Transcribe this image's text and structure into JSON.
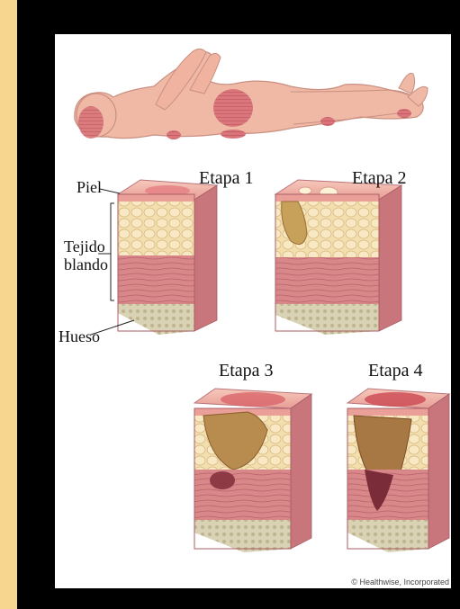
{
  "labels": {
    "skin": "Piel",
    "soft_tissue_line1": "Tejido",
    "soft_tissue_line2": "blando",
    "bone": "Hueso"
  },
  "stages": [
    {
      "title": "Etapa 1"
    },
    {
      "title": "Etapa 2"
    },
    {
      "title": "Etapa 3"
    },
    {
      "title": "Etapa 4"
    }
  ],
  "credit": "© Healthwise, Incorporated",
  "colors": {
    "page_background": "#f7d68f",
    "frame": "#000000",
    "panel": "#ffffff",
    "skin_tone": "#f0b9a6",
    "pressure_area": "#d8747a",
    "fat_layer": "#f3dfae",
    "muscle_layer": "#d9888a",
    "bone_layer": "#d9d2b4"
  }
}
